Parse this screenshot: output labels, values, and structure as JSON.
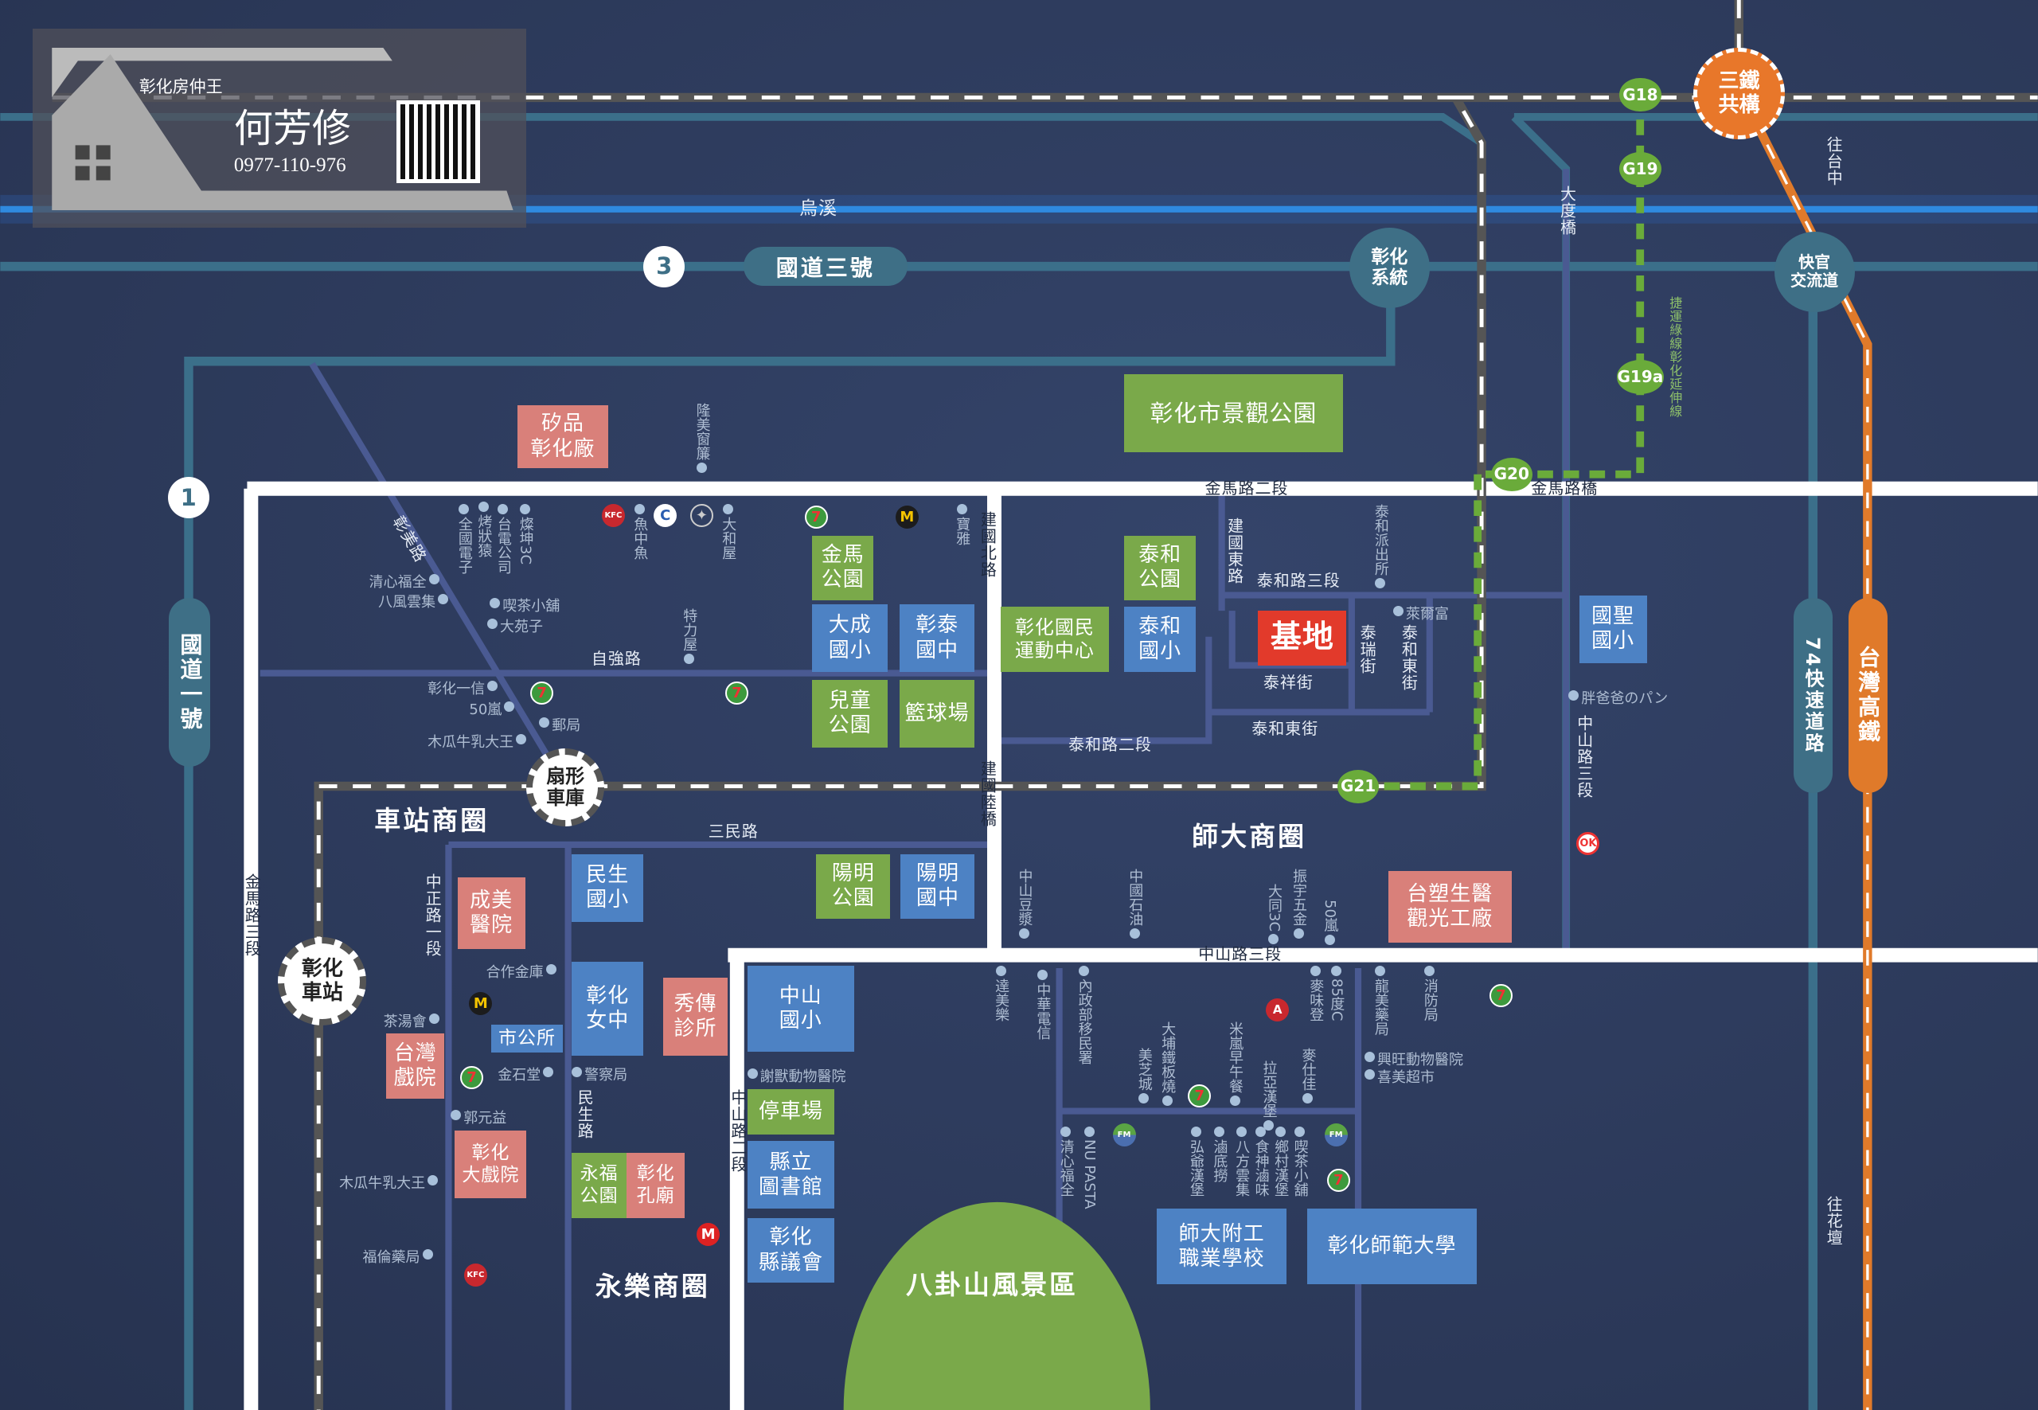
{
  "agent_card": {
    "brand": "彰化房仲王",
    "name": "何芳修",
    "phone": "0977-110-976"
  },
  "boxes": [
    "矽品\n彰化廠",
    "彰化市景觀公園",
    "金馬\n公園",
    "大成\n國小",
    "彰泰\n國中",
    "兒童\n公園",
    "籃球場",
    "彰化國民\n運動中心",
    "泰和\n公園",
    "泰和\n國小",
    "基地",
    "國聖\n國小",
    "民生\n國小",
    "陽明\n公園",
    "陽明\n國中",
    "台塑生醫\n觀光工廠",
    "成美\n醫院",
    "彰化\n女中",
    "秀傳\n診所",
    "中山\n國小",
    "市公所",
    "台灣\n戲院",
    "停車場",
    "縣立\n圖書館",
    "彰化\n大戲院",
    "永福\n公園",
    "彰化\n孔廟",
    "彰化\n縣議會",
    "師大附工\n職業學校",
    "彰化師範大學"
  ],
  "roads": [
    "烏溪",
    "金馬路二段",
    "金馬路橋",
    "泰和路三段",
    "泰祥街",
    "泰和東街",
    "泰和路二段",
    "三民路",
    "中山路三段",
    "自強路",
    "往台中",
    "往花壇",
    "捷運綠線彰化延伸線",
    "大度橋",
    "建國北路",
    "建國陸橋",
    "建國東路",
    "泰瑞街",
    "泰和東街",
    "中山路三段",
    "中正路一段",
    "金馬路三段",
    "中山路二段",
    "民生路",
    "彰美路"
  ],
  "districts": [
    "車站商圈",
    "師大商圈",
    "永樂商圈",
    "八卦山風景區"
  ],
  "highways": {
    "freeway3": "國道三號",
    "freeway1": "國道一號",
    "expressway74": "74快速道路",
    "hsr": "台灣高鐵",
    "shield3": "3",
    "shield1": "1"
  },
  "nodes": {
    "roundhouse": "扇形\n車庫",
    "station": "彰化\n車站",
    "interchange_system": "彰化\n系統",
    "kuaiguan": "快官\n交流道",
    "three_rail": "三鐵\n共構",
    "g18": "G18",
    "g19": "G19",
    "g19a": "G19a",
    "g20": "G20",
    "g21": "G21"
  },
  "pois": [
    "全國電子",
    "烤狀猿",
    "台電公司",
    "燦坤3C",
    "魚中魚",
    "大和屋",
    "寶雅",
    "特力屋",
    "中山豆漿",
    "中國石油",
    "大同3C",
    "振宇五金",
    "50嵐",
    "達美樂",
    "中華電信",
    "內政部移民署",
    "麥味登",
    "85度C",
    "龍美藥局",
    "消防局",
    "美芝城",
    "大埔鐵板燒",
    "米嵐早午餐",
    "拉亞漢堡",
    "麥仕佳",
    "清心福全",
    "NU PASTA",
    "弘爺漢堡",
    "滷底撈",
    "八方雲集",
    "食神滷味",
    "鄉村漢堡",
    "喫茶小舖",
    "隆美窗簾",
    "泰和派出所",
    "清心福全",
    "八風雲集",
    "喫茶小舖",
    "大苑子",
    "彰化一信",
    "50嵐",
    "郵局",
    "木瓜牛乳大王",
    "萊爾富",
    "胖爸爸のパン",
    "合作金庫",
    "茶湯會",
    "金石堂",
    "警察局",
    "謝獸動物醫院",
    "郭元益",
    "木瓜牛乳大王",
    "福倫藥局",
    "興旺動物醫院",
    "喜美超市"
  ],
  "logos": {
    "seven": "7",
    "mcd": "M",
    "kfc": "KFC",
    "carrefour": "C",
    "benz": "✦",
    "ok": "OK",
    "familymart": "FM",
    "mos": "M",
    "a": "A"
  },
  "colors": {
    "background": "#2c395b",
    "park": "#7aa94a",
    "school": "#4d82c4",
    "landmark": "#d9807a",
    "site": "#e23a2b",
    "mrt": "#6aab3a",
    "hsr": "#e07a2a"
  }
}
